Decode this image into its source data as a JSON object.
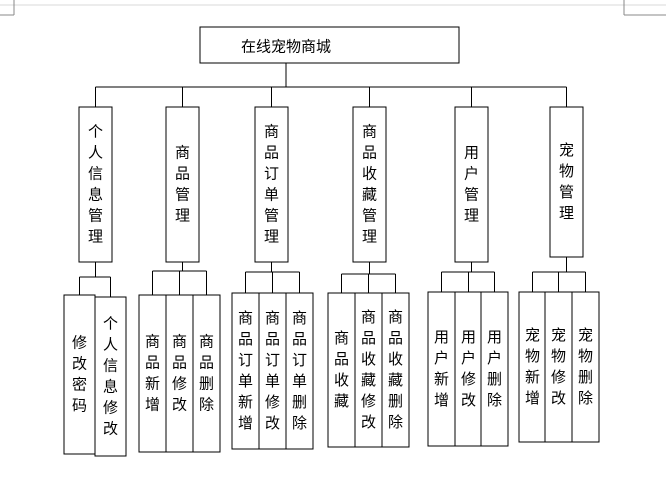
{
  "root": {
    "label": "在线宠物商城"
  },
  "modules": [
    {
      "label": "个人信息管理",
      "children": [
        "修改密码",
        "个人信息修改"
      ]
    },
    {
      "label": "商品管理",
      "children": [
        "商品新增",
        "商品修改",
        "商品删除"
      ]
    },
    {
      "label": "商品订单管理",
      "children": [
        "商品订单新增",
        "商品订单修改",
        "商品订单删除"
      ]
    },
    {
      "label": "商品收藏管理",
      "children": [
        "商品收藏",
        "商品收藏修改",
        "商品收藏删除"
      ]
    },
    {
      "label": "用户管理",
      "children": [
        "用户新增",
        "用户修改",
        "用户删除"
      ]
    },
    {
      "label": "宠物管理",
      "children": [
        "宠物新增",
        "宠物修改",
        "宠物删除"
      ]
    }
  ]
}
